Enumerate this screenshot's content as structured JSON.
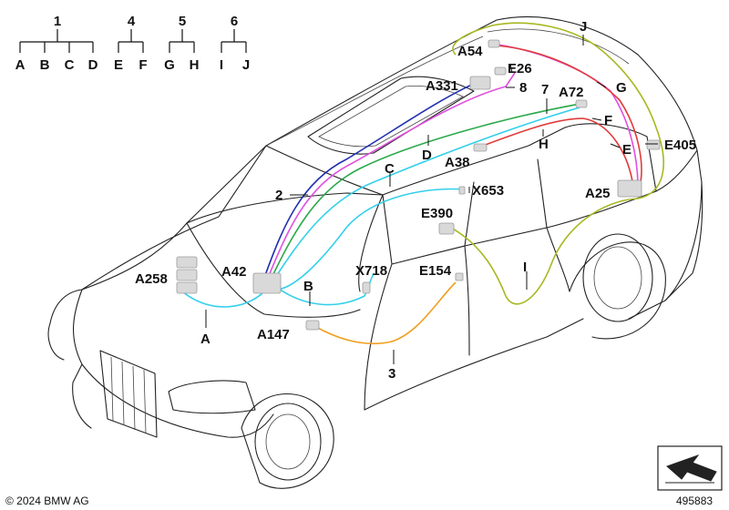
{
  "tree_groups": [
    {
      "id": "1",
      "children": [
        "A",
        "B",
        "C",
        "D"
      ]
    },
    {
      "id": "4",
      "children": [
        "E",
        "F"
      ]
    },
    {
      "id": "5",
      "children": [
        "G",
        "H"
      ]
    },
    {
      "id": "6",
      "children": [
        "I",
        "J"
      ]
    }
  ],
  "component_labels": {
    "A54": "A54",
    "E26": "E26",
    "A331": "A331",
    "n8": "8",
    "n7": "7",
    "A72": "A72",
    "J": "J",
    "G": "G",
    "F": "F",
    "E405": "E405",
    "E": "E",
    "H": "H",
    "D": "D",
    "A38": "A38",
    "C": "C",
    "n2": "2",
    "X653": "X653",
    "A25": "A25",
    "E390": "E390",
    "I": "I",
    "A258": "A258",
    "A42": "A42",
    "X718": "X718",
    "E154": "E154",
    "B": "B",
    "A147": "A147",
    "A": "A",
    "n3": "3"
  },
  "colors": {
    "blue": "#1f2fb0",
    "magenta": "#e050e0",
    "green": "#2aa84a",
    "cyan": "#33d0ea",
    "red": "#e03a3a",
    "olive": "#a8b820",
    "orange": "#f0a020"
  },
  "footer": {
    "copyright": "© 2024 BMW AG",
    "diagram_number": "495883"
  },
  "icons": {
    "corner": "arrow-icon"
  }
}
